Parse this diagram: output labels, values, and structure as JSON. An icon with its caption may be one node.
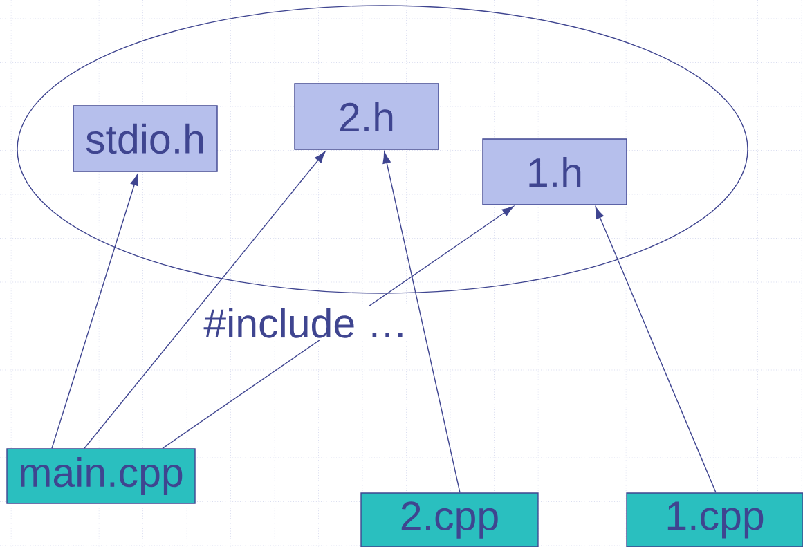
{
  "diagram": {
    "nodes": [
      {
        "text": [],
        "shape": "ellipse"
      },
      {
        "text": [
          "stdio.h"
        ],
        "in": 0
      },
      {
        "text": [
          "2.h"
        ],
        "in": 0
      },
      {
        "text": [
          "1.h"
        ],
        "in": 0
      },
      {
        "text": [
          "main.cpp"
        ]
      },
      {
        "text": [
          "2.cpp"
        ]
      },
      {
        "text": [
          "1.cpp"
        ]
      }
    ],
    "edges": [
      {
        "from": 4,
        "to": 1,
        "arrow": "to"
      },
      {
        "from": 4,
        "to": 2,
        "arrow": "to"
      },
      {
        "from": 4,
        "to": 3,
        "arrow": "to"
      },
      {
        "from": 5,
        "to": 2,
        "arrow": "to"
      },
      {
        "from": 6,
        "to": 3,
        "arrow": "to"
      }
    ],
    "labels": [
      "#include …"
    ]
  }
}
